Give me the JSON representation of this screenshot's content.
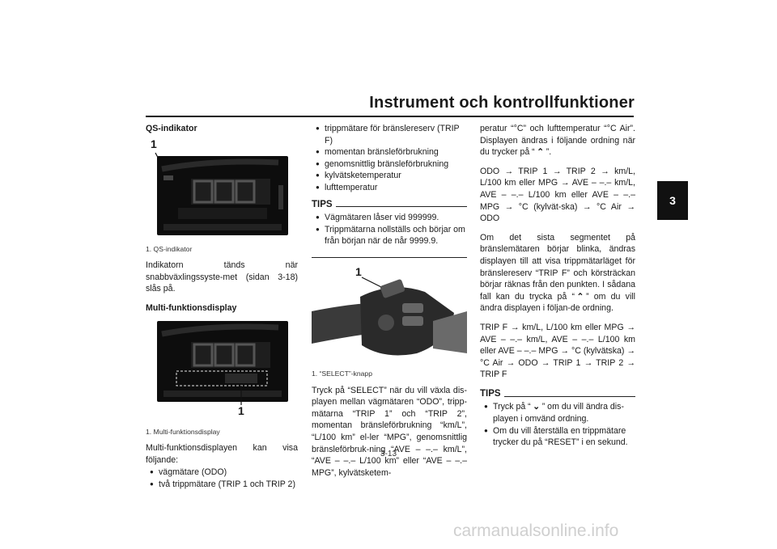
{
  "header": {
    "title": "Instrument och kontrollfunktioner",
    "chapter": "3"
  },
  "col1": {
    "qs_heading": "QS-indikator",
    "fig1_callout": "1",
    "fig1_caption": "1. QS-indikator",
    "qs_text": "Indikatorn tänds när snabbväxlingssyste-met (sidan 3-18) slås på.",
    "mf_heading": "Multi-funktionsdisplay",
    "fig2_callout": "1",
    "fig2_caption": "1. Multi-funktionsdisplay",
    "mf_intro": "Multi-funktionsdisplayen kan visa följande:",
    "mf_items": [
      "vägmätare (ODO)",
      "två trippmätare (TRIP 1 och TRIP 2)"
    ]
  },
  "col2": {
    "items": [
      "trippmätare för bränslereserv (TRIP F)",
      "momentan bränsleförbrukning",
      "genomsnittlig bränsleförbrukning",
      "kylvätsketemperatur",
      "lufttemperatur"
    ],
    "tips_label": "TIPS",
    "tips": [
      "Vägmätaren låser vid 999999.",
      "Trippmätarna nollställs och börjar om från början när de når 9999.9."
    ],
    "fig3_callout": "1",
    "fig3_caption": "1. “SELECT”-knapp",
    "body": "Tryck på “SELECT” när du vill växla dis-playen mellan vägmätaren “ODO”, tripp-mätarna “TRIP 1” och “TRIP 2”, momentan bränsleförbrukning “km/L”, “L/100 km” el-ler “MPG”, genomsnittlig bränsleförbruk-ning “AVE – –.– km/L”, “AVE – –.– L/100 km” eller “AVE – –.– MPG”, kylvätsketem-"
  },
  "col3": {
    "p1_a": "peratur “°C” och lufttemperatur “°C Air”. Displayen ändras i följande ordning när du trycker på “",
    "p1_b": "”.",
    "p2": "ODO → TRIP 1 → TRIP 2 → km/L, L/100 km eller MPG → AVE – –.– km/L, AVE – –.– L/100 km eller AVE – –.– MPG → °C (kylvät-ska) → °C Air → ODO",
    "p3_a": "Om det sista segmentet på bränslemätaren börjar blinka, ändras displayen till att visa trippmätarläget för bränslereserv “TRIP F” och körsträckan börjar räknas från den punkten. I sådana fall kan du trycka på “",
    "p3_b": "” om du vill ändra displayen i följan-de ordning.",
    "p4": "TRIP F → km/L, L/100 km eller MPG → AVE – –.– km/L, AVE – –.– L/100 km eller AVE – –.– MPG → °C (kylvätska) → °C Air → ODO → TRIP 1 → TRIP 2 → TRIP F",
    "tips_label": "TIPS",
    "tips_1a": "Tryck på “",
    "tips_1b": "” om du vill ändra dis-playen i omvänd ordning.",
    "tips_2": "Om du vill återställa en trippmätare trycker du på “RESET” i en sekund."
  },
  "page_number": "3-13",
  "watermark": "carmanualsonline.info"
}
